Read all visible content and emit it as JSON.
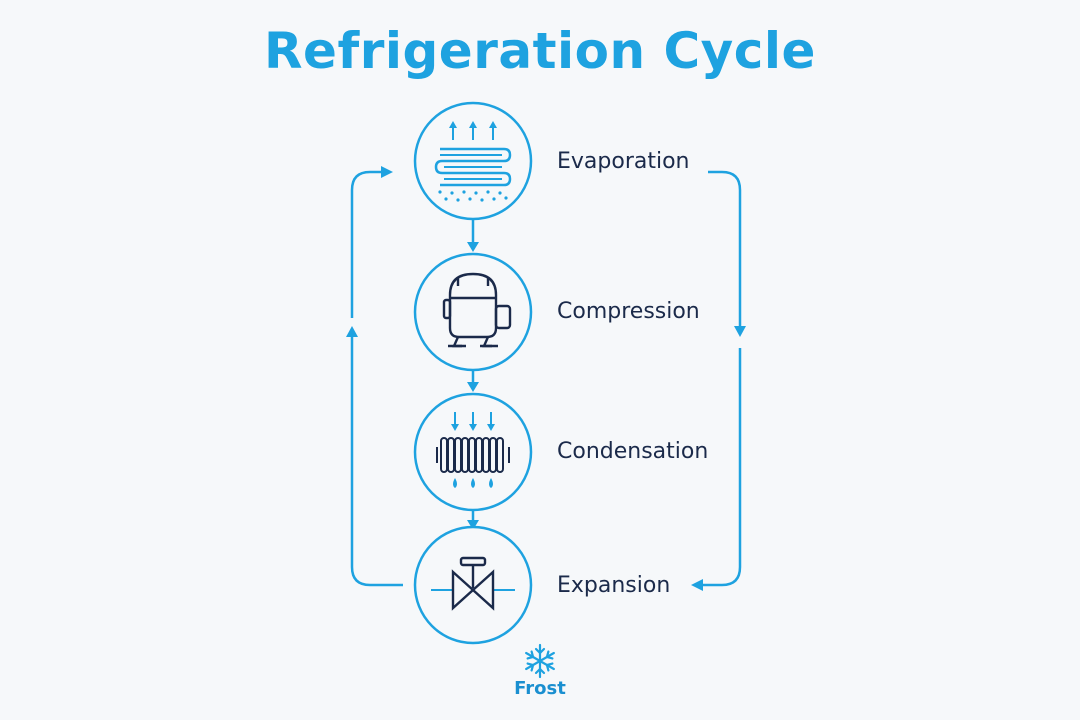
{
  "title": "Refrigeration Cycle",
  "steps": [
    {
      "label": "Evaporation",
      "icon": "evaporator-coil-icon"
    },
    {
      "label": "Compression",
      "icon": "compressor-icon"
    },
    {
      "label": "Condensation",
      "icon": "condenser-coil-icon"
    },
    {
      "label": "Expansion",
      "icon": "expansion-valve-icon"
    }
  ],
  "brand": {
    "name": "Frost",
    "icon": "snowflake-icon"
  },
  "colors": {
    "accent": "#1ea2e0",
    "navy": "#1b2a4a",
    "background": "#f6f8fa"
  }
}
